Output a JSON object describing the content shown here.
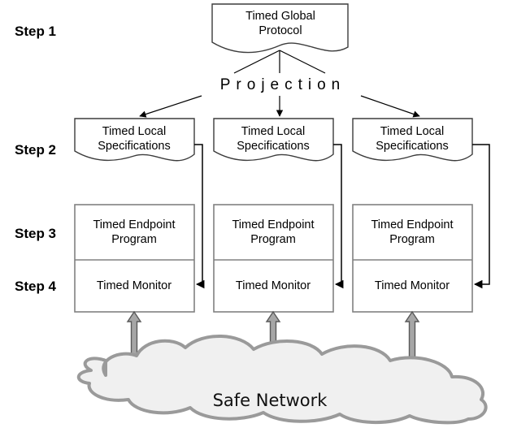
{
  "diagram": {
    "title_present": false,
    "steps": [
      {
        "id": "step1",
        "label": "Step 1"
      },
      {
        "id": "step2",
        "label": "Step 2"
      },
      {
        "id": "step3",
        "label": "Step 3"
      },
      {
        "id": "step4",
        "label": "Step 4"
      }
    ],
    "global_protocol": {
      "line1": "Timed Global",
      "line2": "Protocol"
    },
    "projection": {
      "label": "Projection"
    },
    "columns": [
      {
        "spec_line1": "Timed Local",
        "spec_line2": "Specifications",
        "program_line1": "Timed Endpoint",
        "program_line2": "Program",
        "monitor": "Timed Monitor"
      },
      {
        "spec_line1": "Timed Local",
        "spec_line2": "Specifications",
        "program_line1": "Timed Endpoint",
        "program_line2": "Program",
        "monitor": "Timed Monitor"
      },
      {
        "spec_line1": "Timed Local",
        "spec_line2": "Specifications",
        "program_line1": "Timed Endpoint",
        "program_line2": "Program",
        "monitor": "Timed Monitor"
      }
    ],
    "network": {
      "label": "Safe Network"
    },
    "colors": {
      "background": "#ffffff",
      "box_stroke": "#808080",
      "document_stroke": "#3c3c3c",
      "text": "#000000",
      "cloud_fill": "#f0f0f0",
      "cloud_stroke": "#9a9a9a",
      "gray_arrow_fill": "#a6a6a6",
      "gray_arrow_stroke": "#595959"
    }
  }
}
